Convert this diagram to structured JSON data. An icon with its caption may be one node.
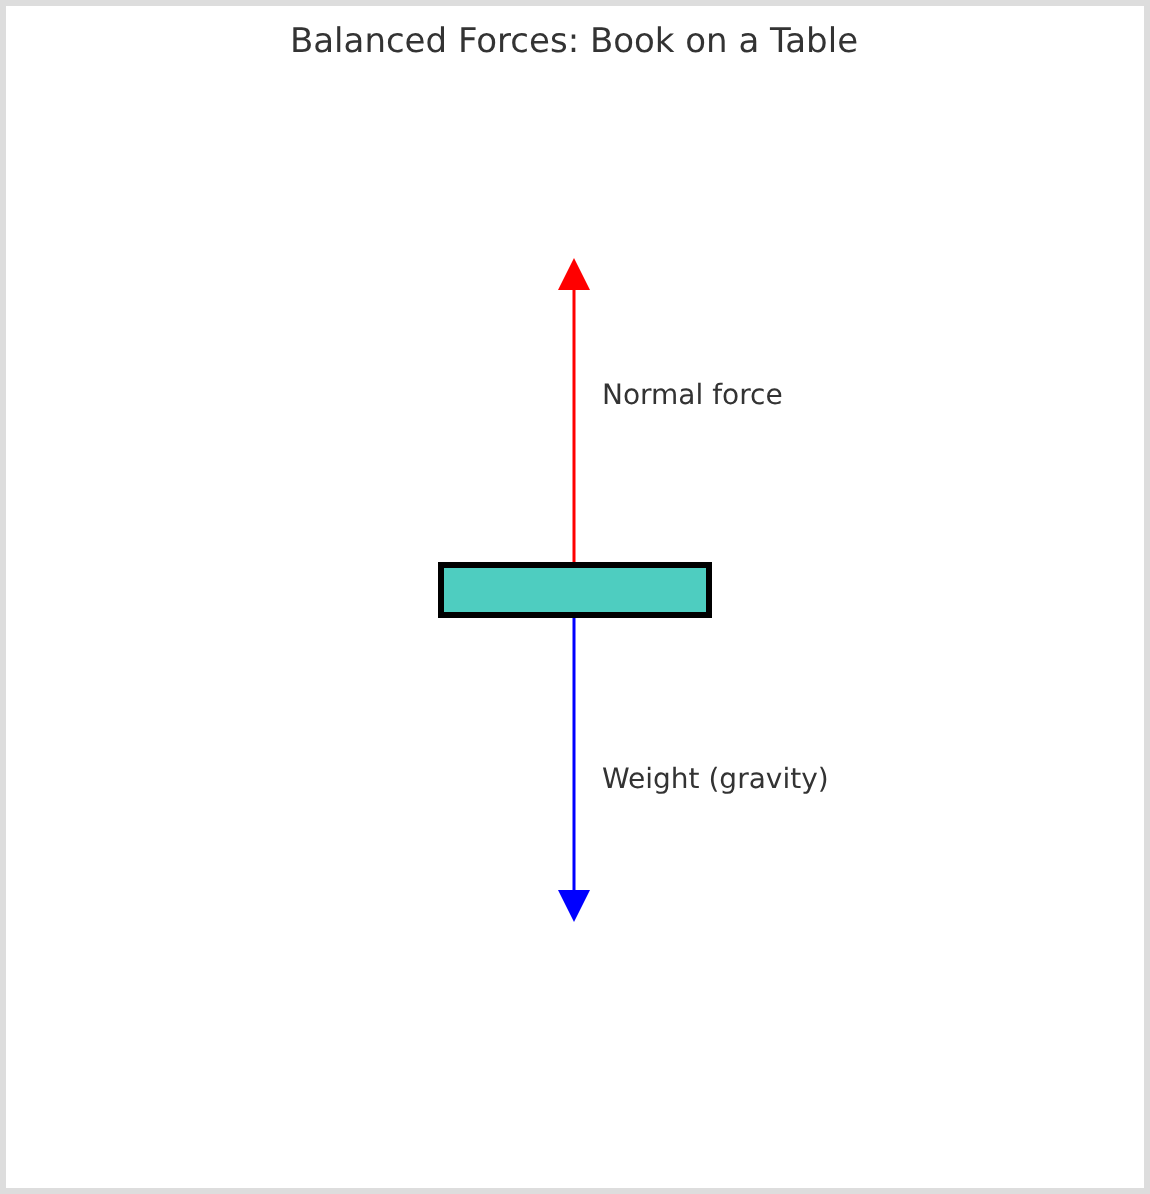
{
  "diagram": {
    "title": "Balanced Forces: Book on a Table",
    "nodes": [
      {
        "text": [],
        "shape": "box"
      }
    ],
    "labels": [
      "Normal force",
      "Weight (gravity)"
    ]
  }
}
